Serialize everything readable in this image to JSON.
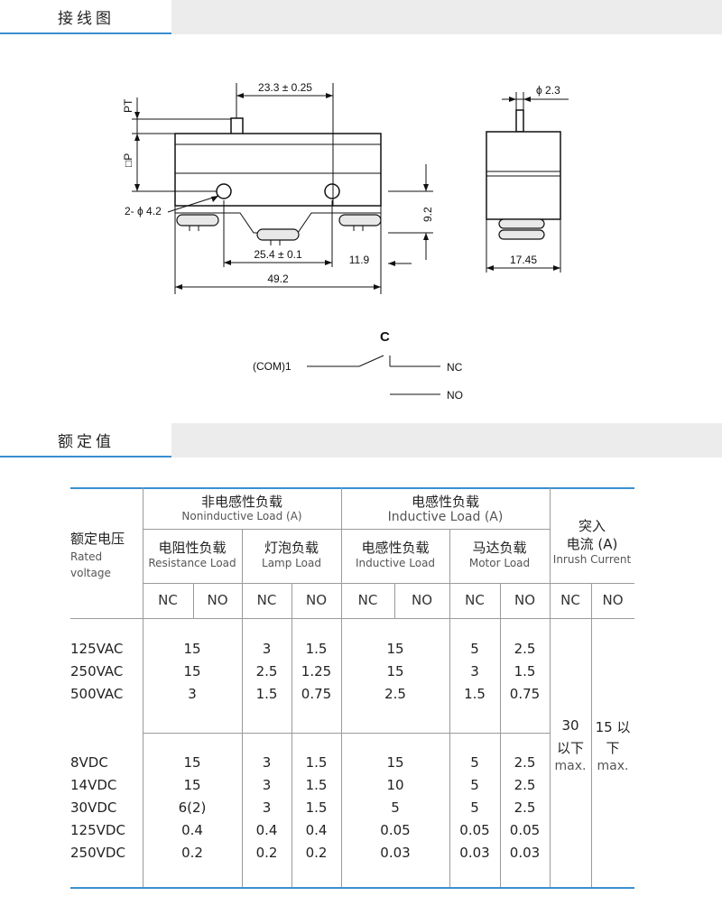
{
  "sections": {
    "wiring": "接线图",
    "rating": "额定值"
  },
  "dimensions": {
    "d233": "23.3 ± 0.25",
    "pt": "PT",
    "p": "□P",
    "hole": "2- ϕ 4.2",
    "d92": "9.2",
    "d254": "25.4 ± 0.1",
    "d119": "11.9",
    "d492": "49.2",
    "d23": "ϕ 2.3",
    "d1745": "17.45"
  },
  "schematic": {
    "c": "C",
    "com": "(COM)1",
    "nc": "NC",
    "no": "NO"
  },
  "table": {
    "header": {
      "rated_zh": "额定电压",
      "rated_en1": "Rated",
      "rated_en2": "voltage",
      "nonind_zh": "非电感性负载",
      "nonind_en": "Noninductive Load (A)",
      "ind_zh": "电感性负载",
      "ind_en": "Inductive Load (A)",
      "inrush_zh1": "突入",
      "inrush_zh2": "电流 (A)",
      "inrush_en": "Inrush Current",
      "res_zh": "电阻性负载",
      "res_en": "Resistance Load",
      "lamp_zh": "灯泡负载",
      "lamp_en": "Lamp Load",
      "indl_zh": "电感性负载",
      "indl_en": "Inductive Load",
      "motor_zh": "马达负载",
      "motor_en": "Motor Load",
      "nc": "NC",
      "no": "NO"
    },
    "ac_rows": [
      {
        "v": "125VAC",
        "res": "15",
        "lnc": "3",
        "lno": "1.5",
        "ind": "15",
        "mnc": "5",
        "mno": "2.5"
      },
      {
        "v": "250VAC",
        "res": "15",
        "lnc": "2.5",
        "lno": "1.25",
        "ind": "15",
        "mnc": "3",
        "mno": "1.5"
      },
      {
        "v": "500VAC",
        "res": "3",
        "lnc": "1.5",
        "lno": "0.75",
        "ind": "2.5",
        "mnc": "1.5",
        "mno": "0.75"
      }
    ],
    "dc_rows": [
      {
        "v": "8VDC",
        "res": "15",
        "lnc": "3",
        "lno": "1.5",
        "ind": "15",
        "mnc": "5",
        "mno": "2.5"
      },
      {
        "v": "14VDC",
        "res": "15",
        "lnc": "3",
        "lno": "1.5",
        "ind": "10",
        "mnc": "5",
        "mno": "2.5"
      },
      {
        "v": "30VDC",
        "res": "6(2)",
        "lnc": "3",
        "lno": "1.5",
        "ind": "5",
        "mnc": "5",
        "mno": "2.5"
      },
      {
        "v": "125VDC",
        "res": "0.4",
        "lnc": "0.4",
        "lno": "0.4",
        "ind": "0.05",
        "mnc": "0.05",
        "mno": "0.05"
      },
      {
        "v": "250VDC",
        "res": "0.2",
        "lnc": "0.2",
        "lno": "0.2",
        "ind": "0.03",
        "mnc": "0.03",
        "mno": "0.03"
      }
    ],
    "inrush": {
      "nc_val": "30",
      "nc_zh": "以下",
      "nc_max": "max.",
      "no_val": "15 以",
      "no_zh": "下",
      "no_max": "max."
    }
  }
}
